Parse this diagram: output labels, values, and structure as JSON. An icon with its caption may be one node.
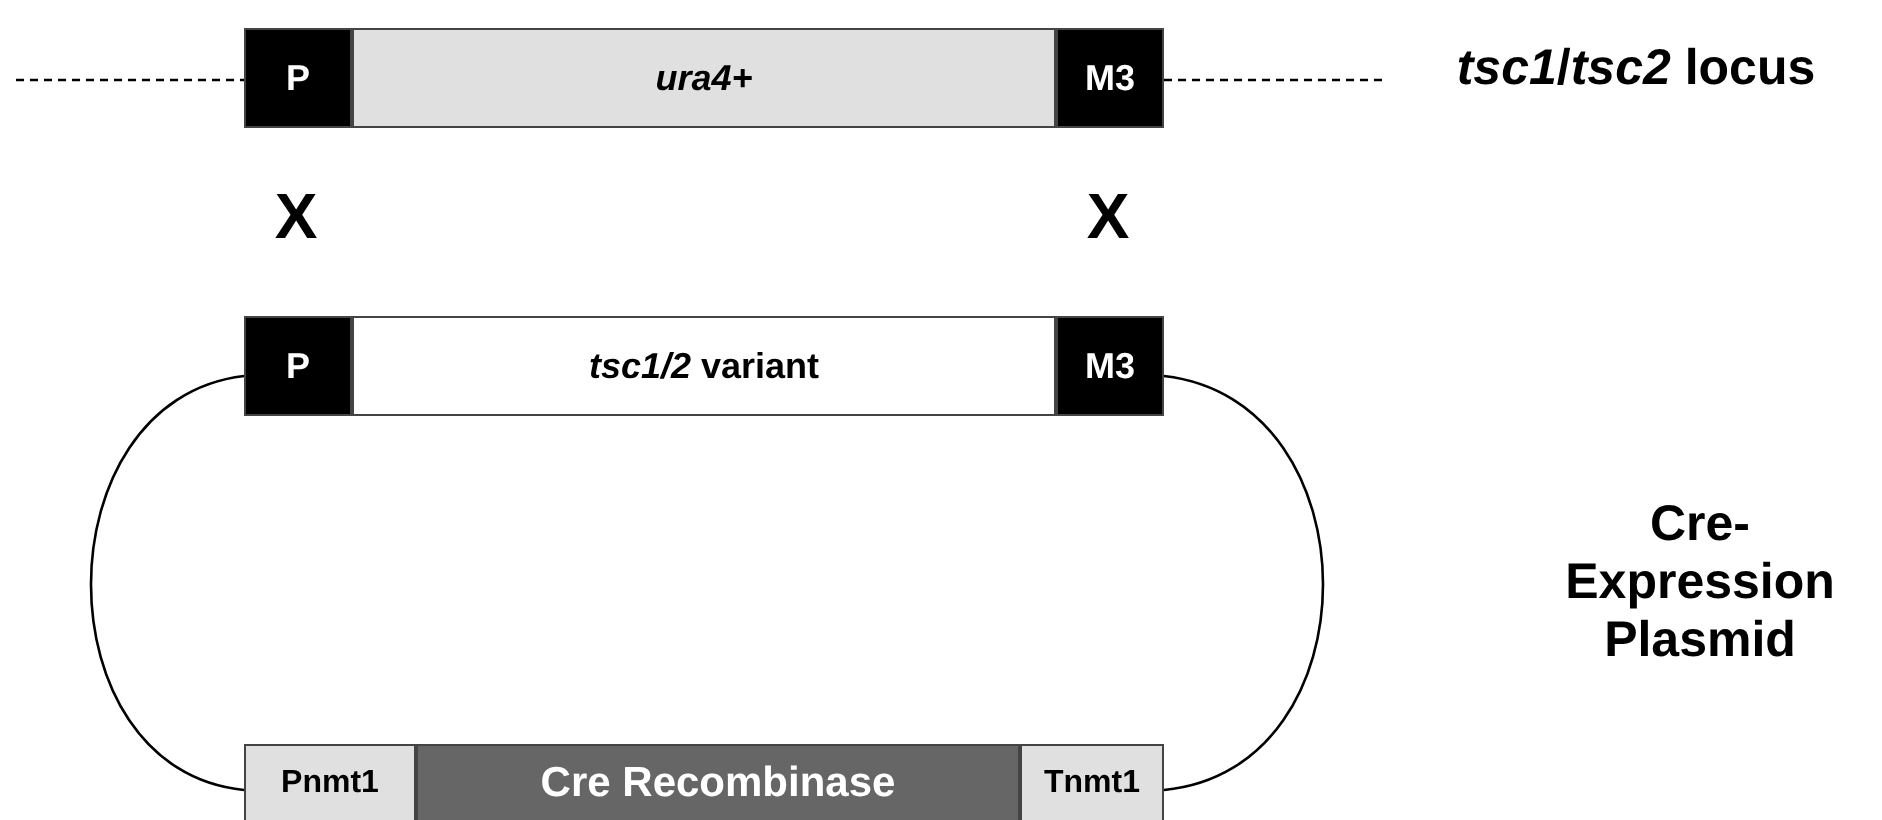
{
  "diagram": {
    "nodes": [
      {
        "text": [
          "P"
        ]
      },
      {
        "text": [
          "ura4+"
        ]
      },
      {
        "text": [
          "M3"
        ]
      },
      {
        "text": [
          "P"
        ]
      },
      {
        "text": [
          "*tsc1/2* variant"
        ]
      },
      {
        "text": [
          "M3"
        ]
      },
      {
        "text": [
          "Pnmt1"
        ]
      },
      {
        "text": [
          "Cre Recombinase"
        ]
      },
      {
        "text": [
          "Tnmt1"
        ]
      }
    ],
    "edges": [
      {
        "from": null,
        "to": 0,
        "arrow": "none",
        "style": "dashed"
      },
      {
        "from": 2,
        "to": null,
        "arrow": "none",
        "style": "dashed"
      },
      {
        "from": 3,
        "to": 6,
        "arrow": "none"
      },
      {
        "from": 5,
        "to": 8,
        "arrow": "none"
      }
    ],
    "labels": [
      "*tsc1*/*tsc2* locus",
      "X",
      "X",
      "Cre-Expression Plasmid"
    ]
  }
}
